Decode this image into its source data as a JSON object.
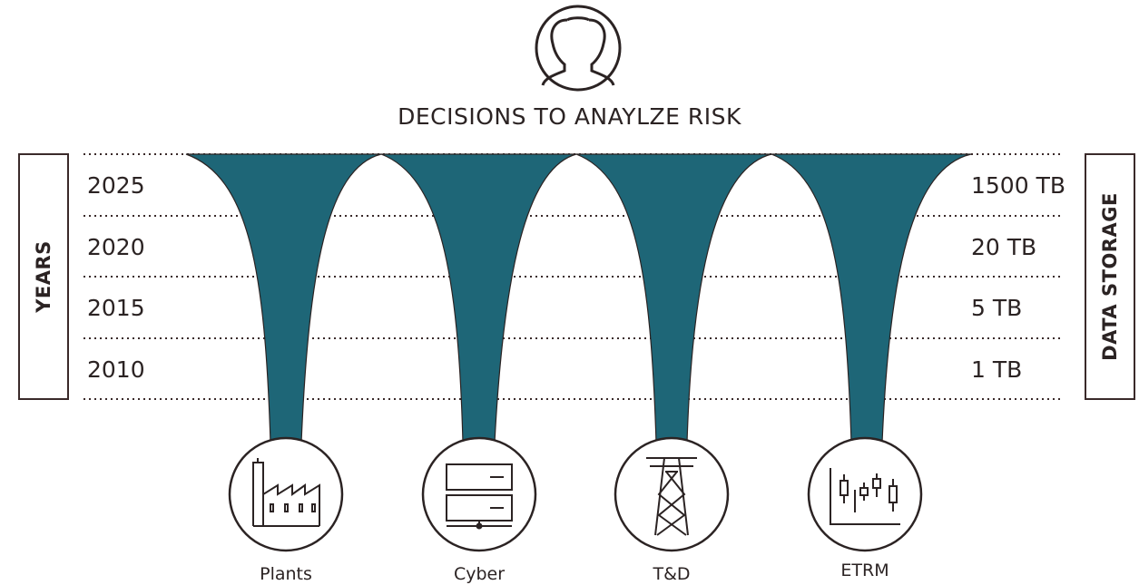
{
  "title": "DECISIONS TO ANAYLZE RISK",
  "left_box_label": "YEARS",
  "right_box_label": "DATA STORAGE",
  "years": [
    "2025",
    "2020",
    "2015",
    "2010"
  ],
  "storage": [
    "1500 TB",
    "20 TB",
    "5 TB",
    "1 TB"
  ],
  "categories": [
    {
      "label": "Plants",
      "icon": "factory-icon"
    },
    {
      "label": "Cyber",
      "icon": "server-icon"
    },
    {
      "label": "T&D",
      "icon": "transmission-tower-icon"
    },
    {
      "label": "ETRM",
      "icon": "candlestick-chart-icon"
    }
  ],
  "top_icon": "person-icon",
  "colors": {
    "funnel": "#1e6677",
    "line": "#3a2a2a",
    "text": "#2b2323"
  }
}
